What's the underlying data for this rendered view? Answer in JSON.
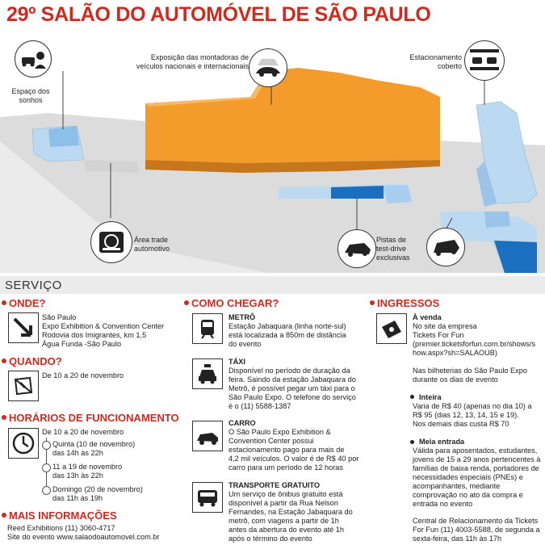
{
  "title": "29º SALÃO DO AUTOMÓVEL DE SÃO PAULO",
  "map": {
    "labels": {
      "espaco": [
        "Espaço dos",
        "sonhos"
      ],
      "exposicao": [
        "Exposição das montadoras de",
        "veículos nacionais e internacionais"
      ],
      "estacionamento": [
        "Estacionamento",
        "coberto"
      ],
      "area_trade": [
        "Área trade",
        "automotivo"
      ],
      "pistas": [
        "Pistas de",
        "test-drive",
        "exclusivas"
      ]
    },
    "colors": {
      "orange": "#f39c2c",
      "light_blue": "#bcd9f2",
      "dark_blue": "#1a6fc0",
      "ground": "#d9d9d9"
    }
  },
  "servico": "SERVIÇO",
  "onde": {
    "heading": "ONDE?",
    "lines": [
      "São Paulo",
      "Expo Exhibition & Convention Center",
      "Rodovia dos Imigrantes, km 1,5",
      "Água Funda -São Paulo"
    ]
  },
  "quando": {
    "heading": "QUANDO?",
    "text": "De 10 a 20 de novembro"
  },
  "horarios": {
    "heading": "HORÁRIOS DE FUNCIONAMENTO",
    "intro": "De 10 a 20 de novembro",
    "items": [
      [
        "Quinta (10 de novembro)",
        "das 14h às 22h"
      ],
      [
        "11 a 19 de novembro",
        "das 13h às 22h"
      ],
      [
        "Domingo (20 de novembro)",
        "das 11h às 19h"
      ]
    ]
  },
  "mais": {
    "heading": "MAIS INFORMAÇÕES",
    "lines": [
      "Reed Exhibitions (11) 3060-4717",
      "Site do evento www.salaodoautomovel.com.br"
    ]
  },
  "como": {
    "heading": "COMO CHEGAR?",
    "metro": {
      "title": "METRÔ",
      "lines": [
        "Estação Jabaquara (linha norte-sul)",
        "está localizada a 850m de distância",
        "do evento"
      ]
    },
    "taxi": {
      "title": "TÁXI",
      "lines": [
        "Disponível no período de duração da",
        "feira. Saindo da estação Jabaquara do",
        "Metrô, é possível pegar um táxi para o",
        "São Paulo Expo. O telefone do serviço",
        "é o (11) 5588-1387"
      ]
    },
    "carro": {
      "title": "CARRO",
      "lines": [
        "O São Paulo Expo Exhibition &",
        "Convention Center possui",
        "estacionamento pago para mais de",
        "4,2 mil veículos. O valor é de R$ 40 por",
        "carro para um período de 12 horas"
      ]
    },
    "transporte": {
      "title": "TRANSPORTE GRATUITO",
      "lines": [
        "Um serviço de ônibus gratuito está",
        "disponível a partir da Rua Nelson",
        "Fernandes, na Estação Jabaquara do",
        "metrô, com viagens a partir de 1h",
        "antes da abertura do evento até 1h",
        "após o término do evento"
      ]
    }
  },
  "ingressos": {
    "heading": "INGRESSOS",
    "venda": {
      "title": "À venda",
      "lines": [
        "No site da empresa",
        "Tickets For Fun",
        "(premier.ticketsforfun.com.br/shows/s",
        "how.aspx?sh=SALAOUB)",
        "",
        "Nas bilheterias do São Paulo Expo",
        "durante os dias de evento"
      ]
    },
    "inteira": {
      "title": "Inteira",
      "lines": [
        "Varia de R$ 40 (apenas no dia 10) a",
        "R$ 95 (dias 12, 13, 14, 15 e 19).",
        "Nos demais dias custa R$ 70"
      ]
    },
    "meia": {
      "title": "Meia entrada",
      "lines": [
        "Válida para aposentados, estudantes,",
        "jovens de 15 a 29 anos pertencentes à",
        "famílias de baixa renda, portadores de",
        "necessidades especiais (PNEs) e",
        "acompanhantes, mediante",
        "comprovação no ato da compra e",
        "entrada no evento"
      ]
    },
    "central": [
      "Central de Relacionamento da Tickets",
      "For Fun (11) 4003-5588, de segunda a",
      "sexta-feira, das 11h às 17h"
    ]
  }
}
